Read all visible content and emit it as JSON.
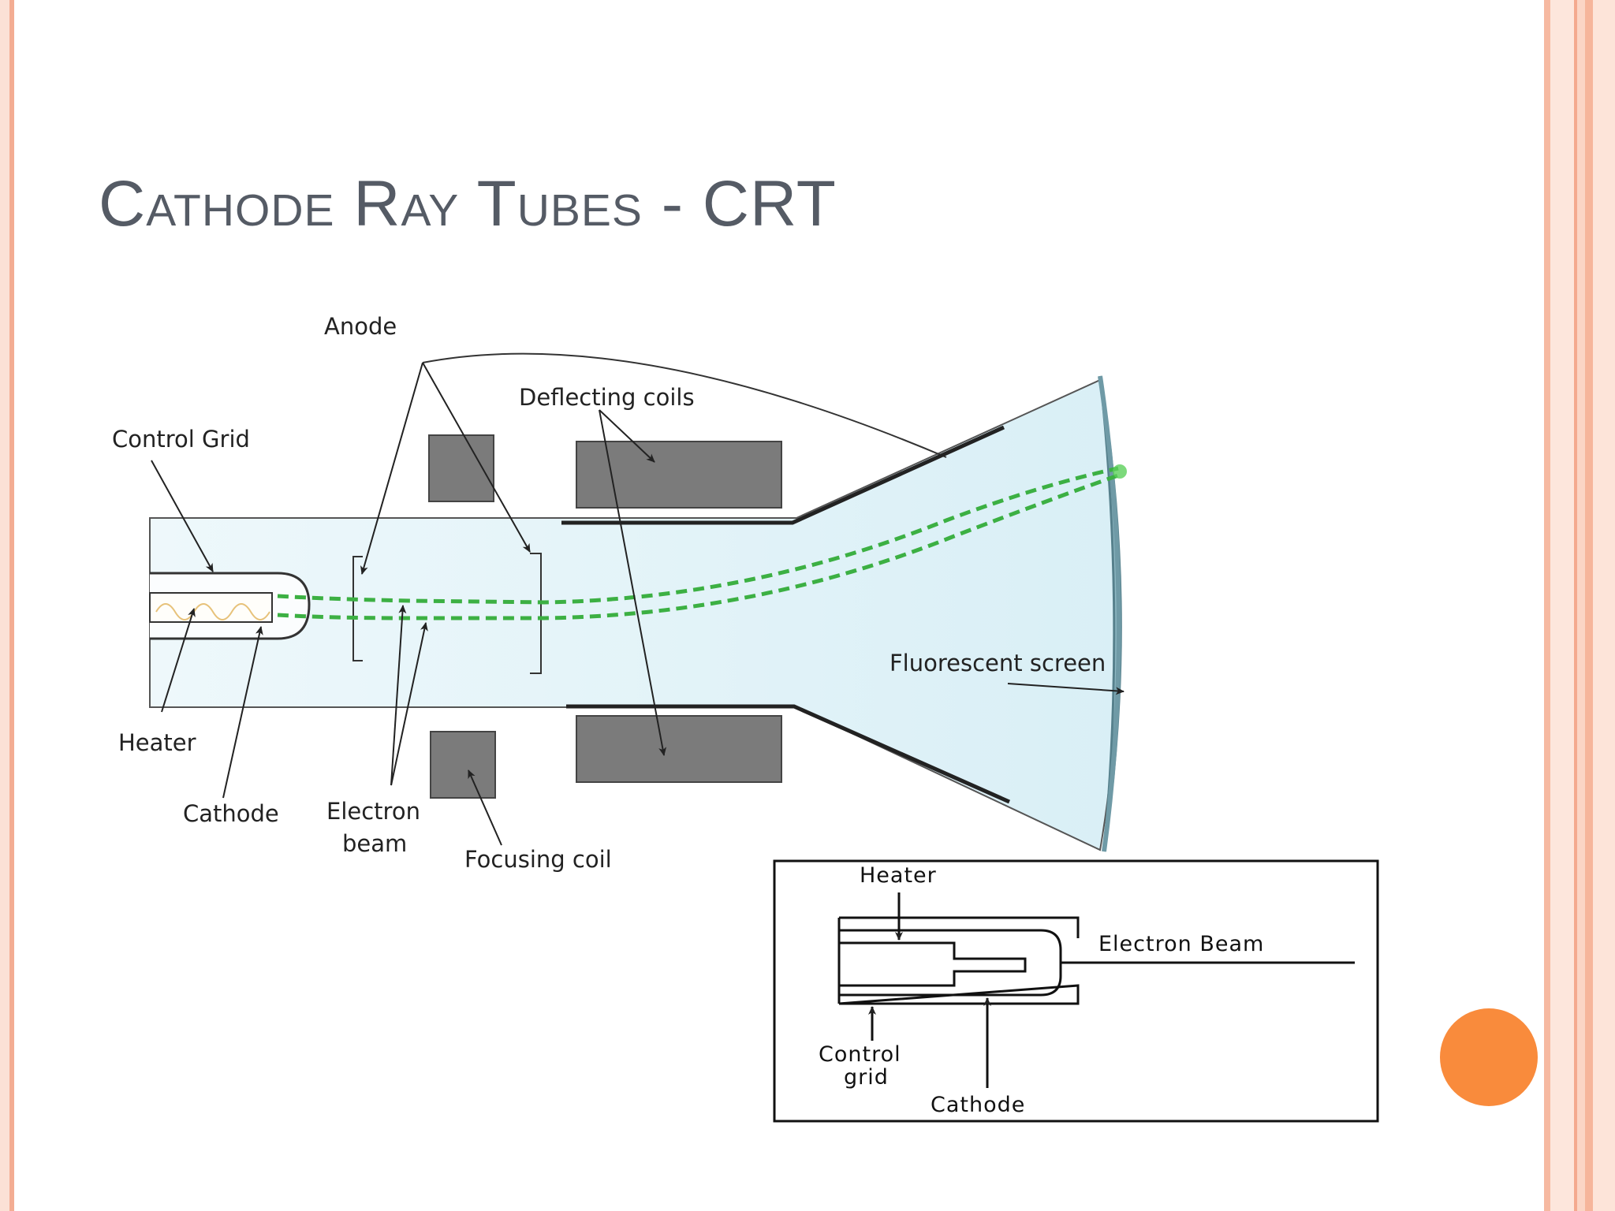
{
  "slide": {
    "title": "Cathode Ray Tubes - CRT"
  },
  "diagram": {
    "labels": {
      "anode": "Anode",
      "deflecting_coils": "Deflecting coils",
      "control_grid": "Control Grid",
      "heater": "Heater",
      "cathode": "Cathode",
      "electron_beam_line1": "Electron",
      "electron_beam_line2": "beam",
      "focusing_coil": "Focusing coil",
      "fluorescent_screen": "Fluorescent screen"
    }
  },
  "inset": {
    "labels": {
      "heater": "Heater",
      "electron_beam": "Electron Beam",
      "control_grid_line1": "Control",
      "control_grid_line2": "grid",
      "cathode": "Cathode"
    }
  },
  "colors": {
    "title": "#555b65",
    "coil": "#7b7b7b",
    "tube_fill": "#e4f3f8",
    "beam": "#3cb043",
    "accent_dot": "#f98b3c",
    "border_peach": "#f3ad93"
  }
}
